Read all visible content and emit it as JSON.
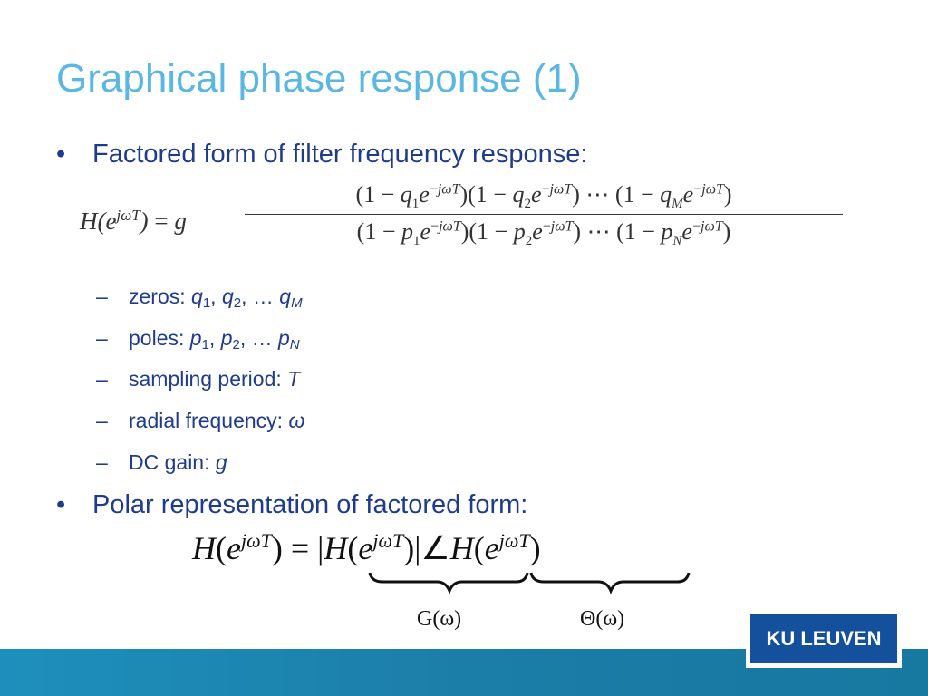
{
  "slide": {
    "title": "Graphical phase response (1)",
    "bullets": [
      {
        "marker": "•",
        "text": "Factored form of filter frequency response:"
      },
      {
        "marker": "•",
        "text": "Polar representation of factored form:"
      }
    ],
    "subitems": [
      {
        "marker": "–",
        "label": "zeros: ",
        "v1": "q",
        "s1": "1",
        "v2": "q",
        "s2": "2",
        "mid": ", … ",
        "v3": "q",
        "s3": "M"
      },
      {
        "marker": "–",
        "label": "poles: ",
        "v1": "p",
        "s1": "1",
        "v2": "p",
        "s2": "2",
        "mid": ", … ",
        "v3": "p",
        "s3": "N"
      },
      {
        "marker": "–",
        "label": "sampling period: ",
        "var": "T"
      },
      {
        "marker": "–",
        "label": "radial frequency: ",
        "var": "ω"
      },
      {
        "marker": "–",
        "label": "DC gain: ",
        "var": "g"
      }
    ],
    "eq1": {
      "lhs": "H(e^{jωT}) = g",
      "numerator": "(1 − q₁e^{−jωT})(1 − q₂e^{−jωT}) ⋯ (1 − q_M e^{−jωT})",
      "denominator": "(1 − p₁e^{−jωT})(1 − p₂e^{−jωT}) ⋯ (1 − p_N e^{−jωT})"
    },
    "eq2": {
      "expr": "H(e^{jωT}) = |H(e^{jωT})| ∠H(e^{jωT})",
      "underbrace_left": "G(ω)",
      "underbrace_right": "Θ(ω)"
    },
    "logo": "KU LEUVEN",
    "colors": {
      "title": "#5ab6e3",
      "text": "#1f3b8c",
      "band": "#1b7ea8",
      "logo_bg": "#14509b"
    }
  }
}
